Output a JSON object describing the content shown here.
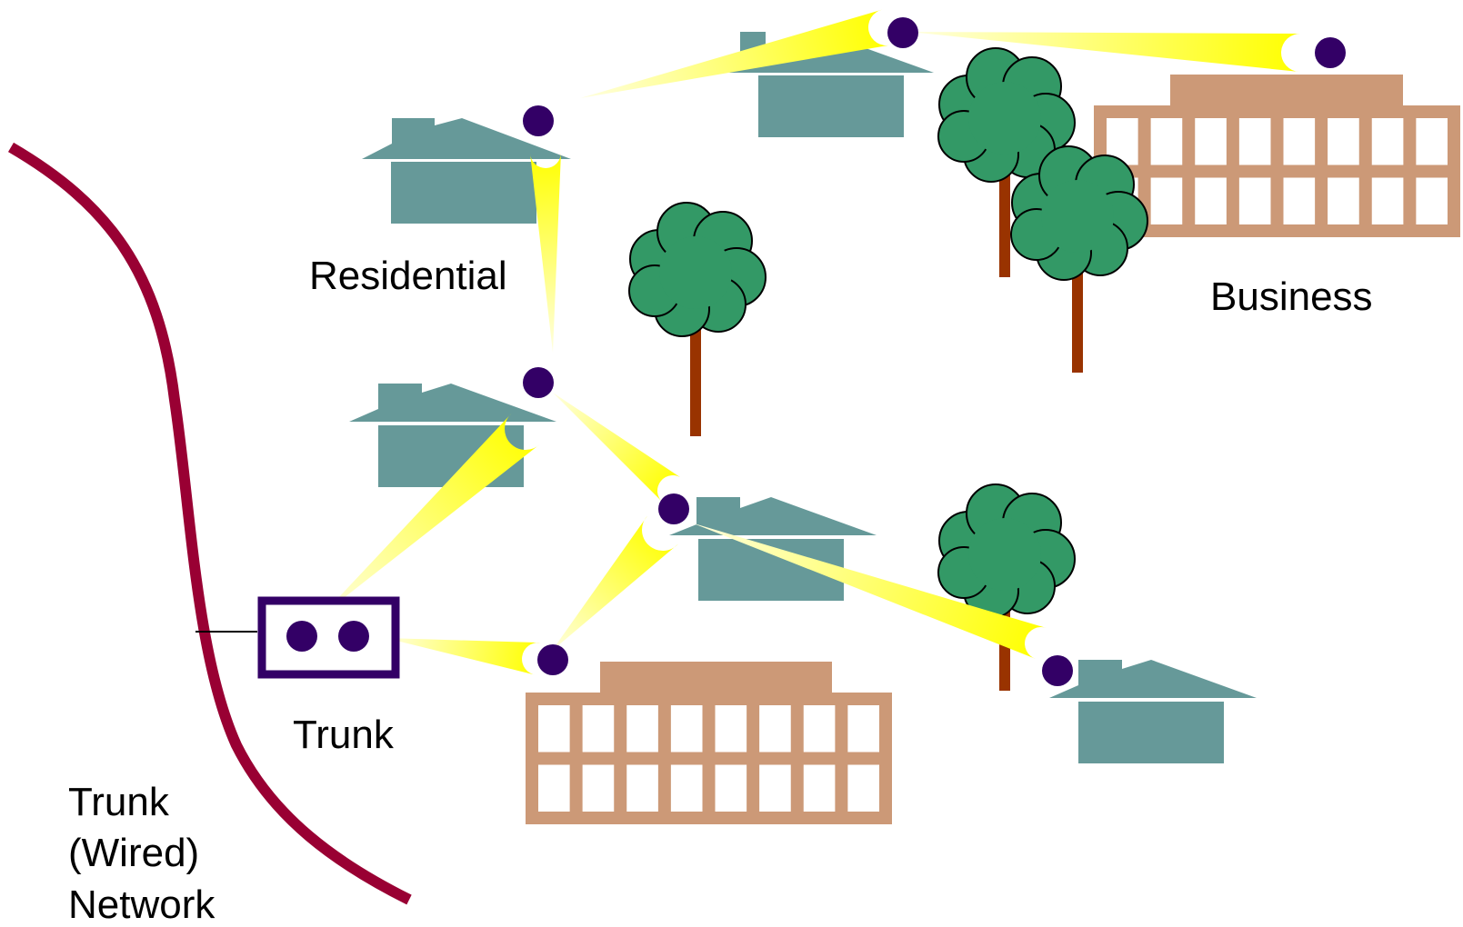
{
  "labels": {
    "residential": "Residential",
    "business": "Business",
    "trunk": "Trunk",
    "network_line1": "Trunk",
    "network_line2": "(Wired)",
    "network_line3": "Network"
  },
  "colors": {
    "house": "#669999",
    "office": "#cc9977",
    "tree_foliage": "#339966",
    "tree_trunk": "#993300",
    "node": "#330066",
    "beam": "#ffff00",
    "wired_network": "#990033",
    "trunk_box": "#330066"
  },
  "icons": {
    "house": "house-icon",
    "office": "office-building-icon",
    "tree": "tree-icon",
    "node": "radio-node-icon",
    "beam": "radio-beam"
  }
}
